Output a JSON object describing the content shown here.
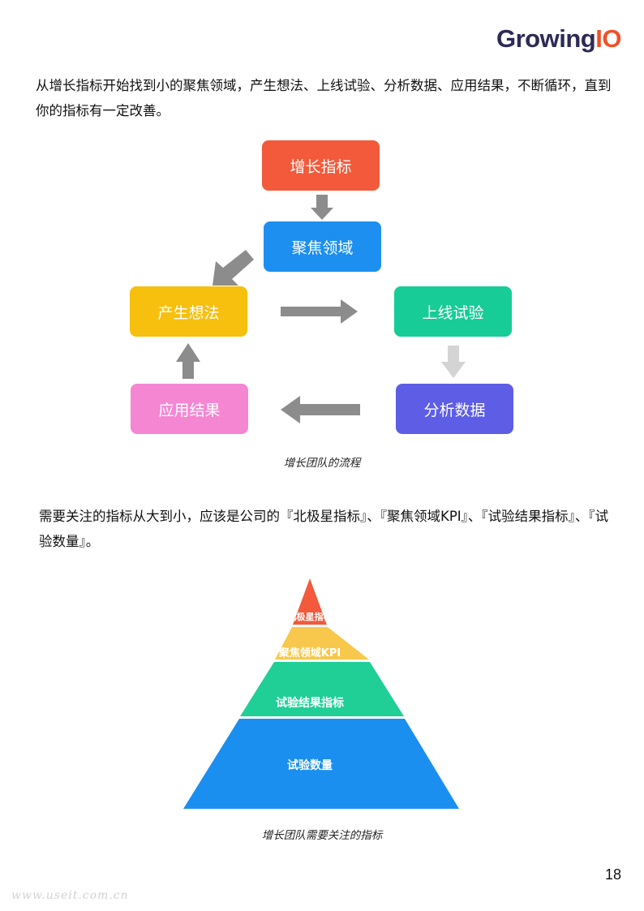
{
  "header": {
    "logo_text": "Growing",
    "logo_accent": "IO",
    "logo_accent_color": "#f0502a"
  },
  "section1": {
    "paragraph": "从增长指标开始找到小的聚焦领域，产生想法、上线试验、分析数据、应用结果，不断循环，直到你的指标有一定改善。"
  },
  "flow_diagram": {
    "nodes": [
      {
        "label": "增长指标",
        "color": "#f25a3b"
      },
      {
        "label": "聚焦领域",
        "color": "#1c8ff0"
      },
      {
        "label": "产生想法",
        "color": "#f7bf0e"
      },
      {
        "label": "上线试验",
        "color": "#17cc96"
      },
      {
        "label": "分析数据",
        "color": "#5d5de6"
      },
      {
        "label": "应用结果",
        "color": "#f486d2"
      }
    ],
    "arrow_color": "#8c8c8c",
    "arrow_light_color": "#d4d4d4",
    "caption": "增长团队的流程"
  },
  "section2": {
    "paragraph": "需要关注的指标从大到小，应该是公司的『北极星指标』、『聚焦领域KPI』、『试验结果指标』、『试验数量』。"
  },
  "pyramid": {
    "levels": [
      {
        "label": "北极星指标",
        "color": "#f25a3b"
      },
      {
        "label": "聚焦领域KPI",
        "color": "#f7c84c"
      },
      {
        "label": "试验结果指标",
        "color": "#1fcf96"
      },
      {
        "label": "试验数量",
        "color": "#1a8ff0"
      }
    ],
    "caption": "增长团队需要关注的指标"
  },
  "footer": {
    "page_number": "18",
    "watermark": "www.useit.com.cn"
  }
}
